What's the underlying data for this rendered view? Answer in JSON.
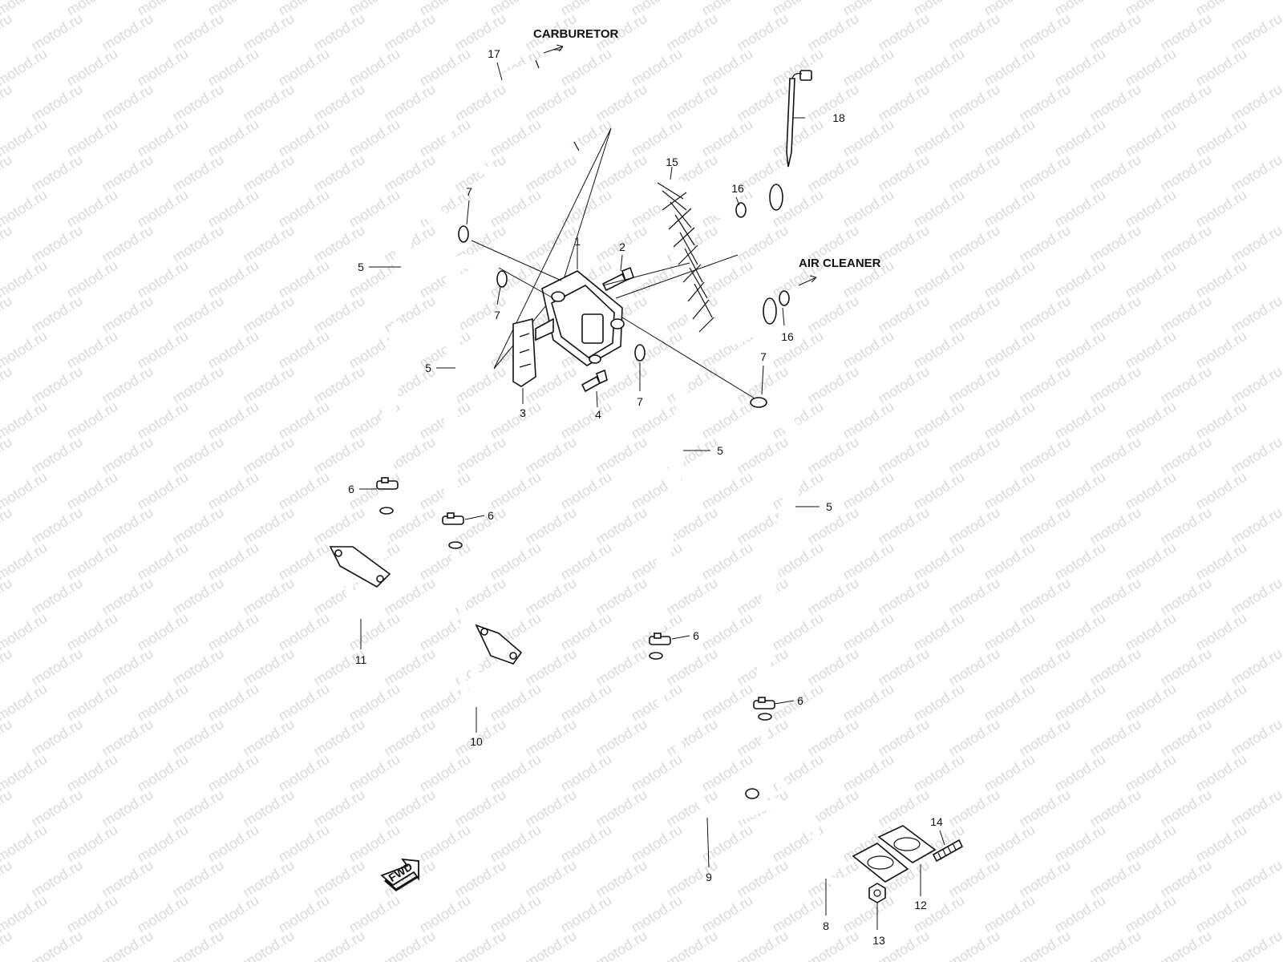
{
  "diagram": {
    "watermark": "motod.ru",
    "destinations": {
      "carburetor": "CARBURETOR",
      "air_cleaner": "AIR CLEANER"
    },
    "fwd_label": "FWD",
    "callouts": {
      "c1": "1",
      "c2": "2",
      "c3": "3",
      "c4": "4",
      "c5a": "5",
      "c5b": "5",
      "c5c": "5",
      "c5d": "5",
      "c6a": "6",
      "c6b": "6",
      "c6c": "6",
      "c6d": "6",
      "c7a": "7",
      "c7b": "7",
      "c7c": "7",
      "c7d": "7",
      "c8": "8",
      "c9": "9",
      "c10": "10",
      "c11": "11",
      "c12": "12",
      "c13": "13",
      "c14": "14",
      "c15": "15",
      "c16a": "16",
      "c16b": "16",
      "c17": "17",
      "c18": "18"
    }
  }
}
